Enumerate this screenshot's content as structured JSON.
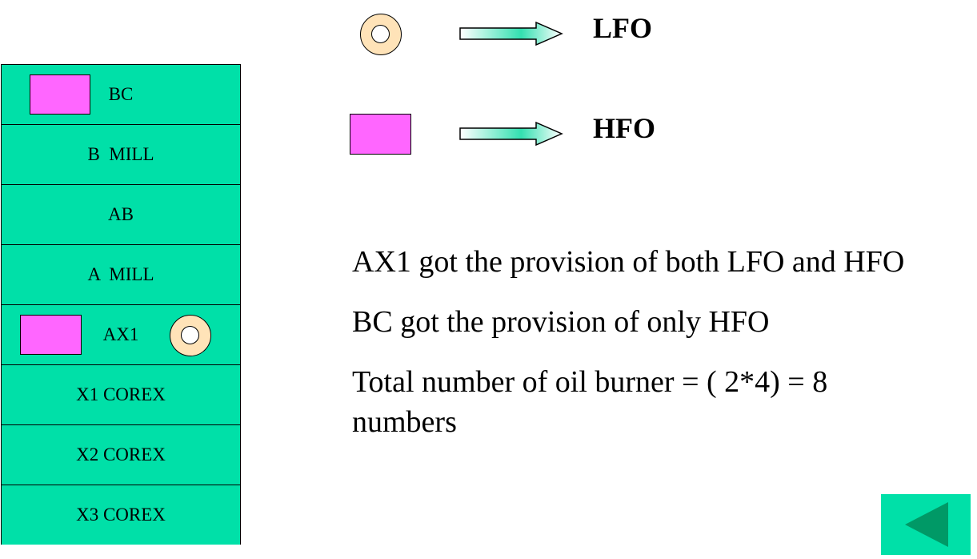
{
  "burner_stack": {
    "rows": [
      {
        "label": "BC",
        "hfo": true,
        "lfo": false
      },
      {
        "label": "B  MILL",
        "hfo": false,
        "lfo": false
      },
      {
        "label": "AB",
        "hfo": false,
        "lfo": false
      },
      {
        "label": "A  MILL",
        "hfo": false,
        "lfo": false
      },
      {
        "label": "AX1",
        "hfo": true,
        "lfo": true
      },
      {
        "label": "X1 COREX",
        "hfo": false,
        "lfo": false
      },
      {
        "label": "X2 COREX",
        "hfo": false,
        "lfo": false
      },
      {
        "label": "X3 COREX",
        "hfo": false,
        "lfo": false
      }
    ]
  },
  "legend": {
    "lfo_label": "LFO",
    "hfo_label": "HFO"
  },
  "notes": {
    "line1": "AX1 got the provision of both LFO and HFO",
    "line2": "BC got the provision of only HFO",
    "line3": "Total number of oil burner = ( 2*4) = 8 numbers"
  },
  "colors": {
    "row_fill": "#00e0a8",
    "hfo_fill": "#ff66ff",
    "lfo_ring": "#ffe3b8",
    "nav_arrow": "#009966"
  }
}
